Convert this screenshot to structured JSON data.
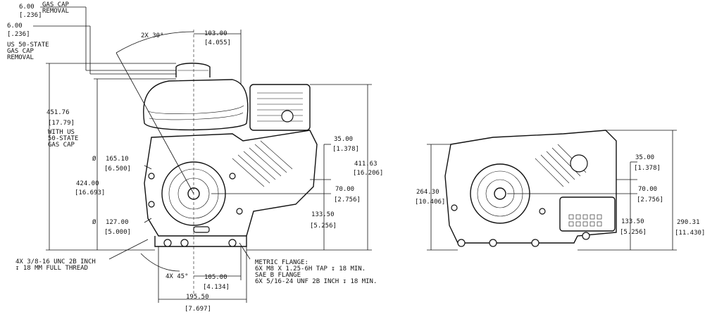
{
  "front_view": {
    "gas_cap_removal": {
      "mm": "6.00",
      "in": "[.236]",
      "label": [
        "GAS CAP",
        "REMOVAL"
      ]
    },
    "us_gas_cap_removal": {
      "mm": "6.00",
      "in": "[.236]",
      "label": [
        "US 50-STATE",
        "GAS CAP",
        "REMOVAL"
      ]
    },
    "top_offset": {
      "mm": "103.00",
      "in": "[4.055]"
    },
    "angle_top": "2X 30°",
    "height_gas_cap": {
      "mm": "451.76",
      "in": "[17.79]",
      "label": [
        "WITH US",
        "50-STATE",
        "GAS CAP"
      ]
    },
    "shaft_dia_upper": {
      "prefix": "Ø",
      "mm": "165.10",
      "in": "[6.500]"
    },
    "height_424": {
      "mm": "424.00",
      "in": "[16.693]"
    },
    "shaft_dia_lower": {
      "prefix": "Ø",
      "mm": "127.00",
      "in": "[5.000]"
    },
    "height_411": {
      "mm": "411.63",
      "in": "[16.206]"
    },
    "shaft_35": {
      "mm": "35.00",
      "in": "[1.378]"
    },
    "shaft_70": {
      "mm": "70.00",
      "in": "[2.756]"
    },
    "shaft_133": {
      "mm": "133.50",
      "in": "[5.256]"
    },
    "thread_note": [
      "4X 3/8-16 UNC 2B INCH",
      "↧ 18 MM FULL THREAD"
    ],
    "angle_bottom": "4X 45°",
    "bottom_105": {
      "mm": "105.00",
      "in": "[4.134]"
    },
    "bottom_195": {
      "mm": "195.50",
      "in": "[7.697]"
    },
    "flange_note": [
      "METRIC FLANGE:",
      "6X M8 X 1.25-6H TAP ↧ 18 MIN.",
      "SAE B FLANGE",
      "6X 5/16-24 UNF 2B INCH ↧ 18 MIN."
    ]
  },
  "side_view": {
    "height_264": {
      "mm": "264.30",
      "in": "[10.406]"
    },
    "shaft_35": {
      "mm": "35.00",
      "in": "[1.378]"
    },
    "shaft_70": {
      "mm": "70.00",
      "in": "[2.756]"
    },
    "shaft_133": {
      "mm": "133.50",
      "in": "[5.256]"
    },
    "height_290": {
      "mm": "290.31",
      "in": "[11.430]"
    }
  }
}
